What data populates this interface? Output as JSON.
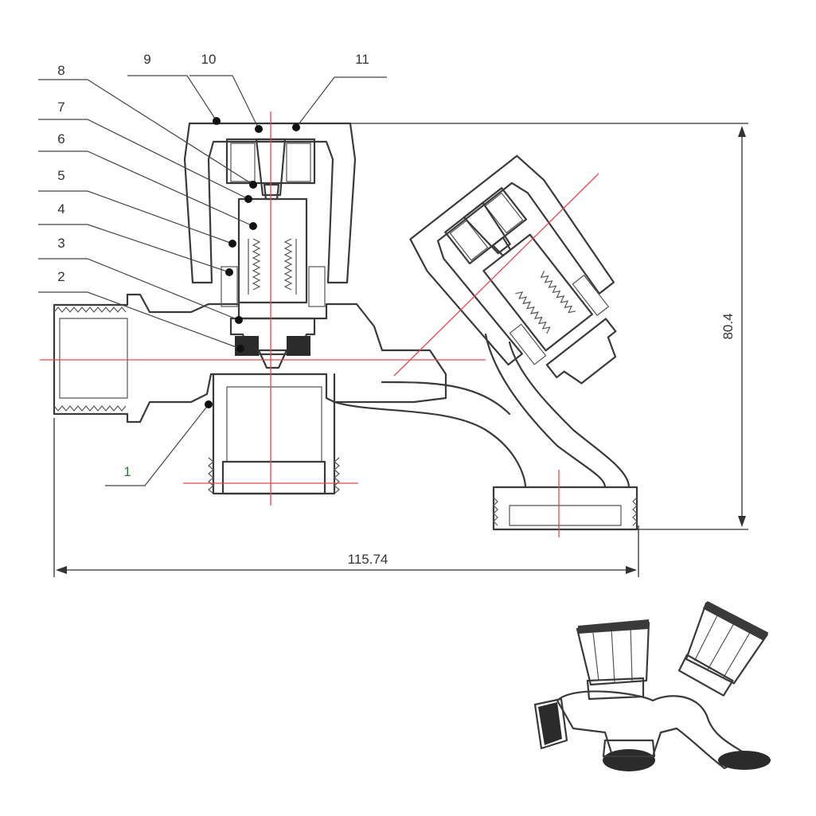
{
  "callouts": [
    {
      "id": "1",
      "text": "1"
    },
    {
      "id": "2",
      "text": "2"
    },
    {
      "id": "3",
      "text": "3"
    },
    {
      "id": "4",
      "text": "4"
    },
    {
      "id": "5",
      "text": "5"
    },
    {
      "id": "6",
      "text": "6"
    },
    {
      "id": "7",
      "text": "7"
    },
    {
      "id": "8",
      "text": "8"
    },
    {
      "id": "9",
      "text": "9"
    },
    {
      "id": "10",
      "text": "10"
    },
    {
      "id": "11",
      "text": "11"
    }
  ],
  "dimensions": {
    "width": "115.74",
    "height": "80.4"
  },
  "colors": {
    "line": "#3a3a3a",
    "centerline": "#e5484d",
    "callout_1": "#2e7d32",
    "cap_dark": "#2b2b2b"
  }
}
